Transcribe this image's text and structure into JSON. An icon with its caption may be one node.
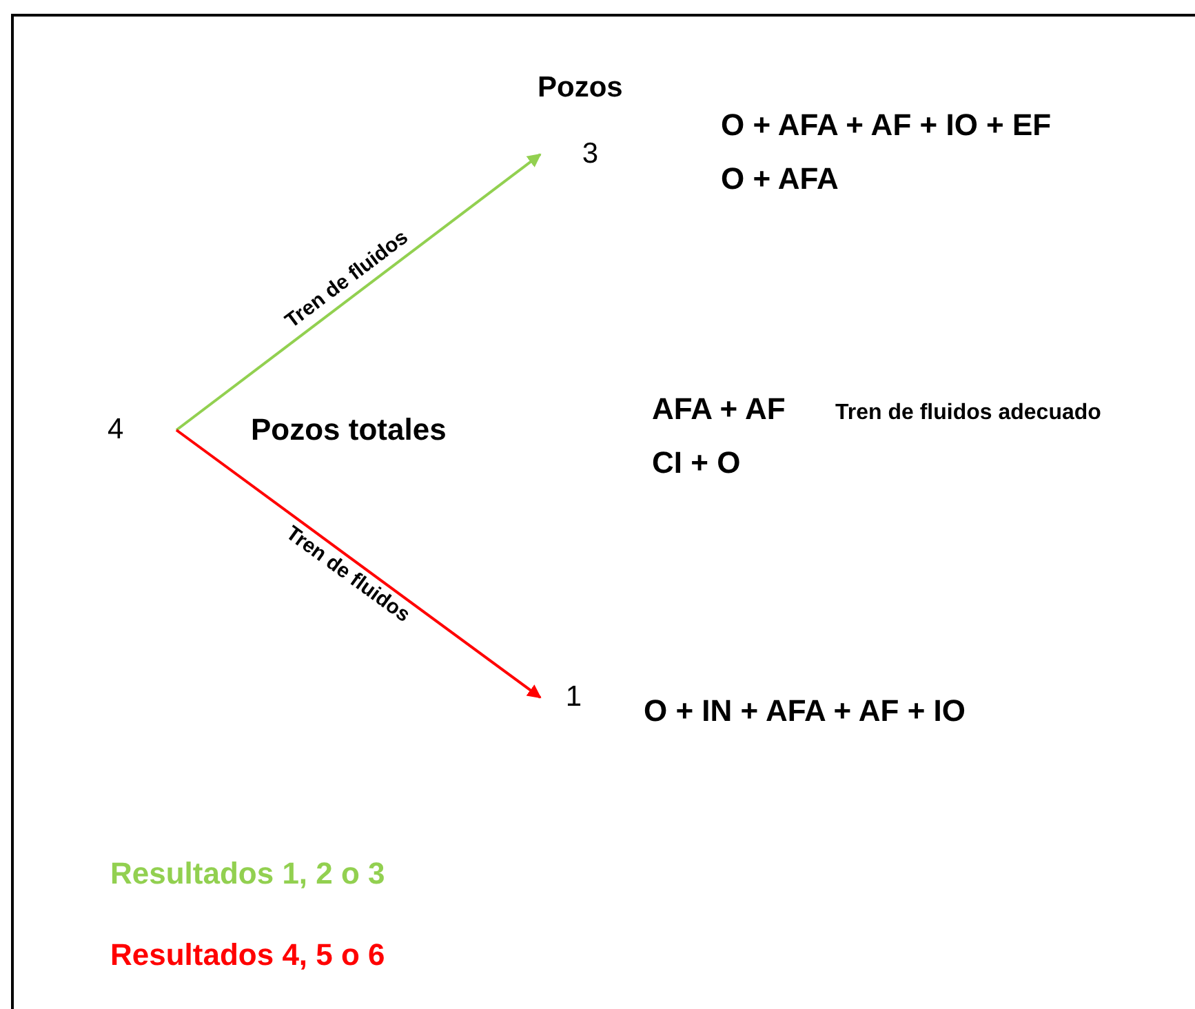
{
  "diagram": {
    "nodes": [
      {
        "text": [
          "4"
        ]
      },
      {
        "text": [
          "3"
        ]
      },
      {
        "text": [
          "1"
        ]
      }
    ],
    "edges": [
      {
        "from": 0,
        "to": 1,
        "arrow": "to",
        "label": "Tren de fluidos",
        "color": "#92d050"
      },
      {
        "from": 0,
        "to": 2,
        "arrow": "to",
        "label": "Tren de fluidos",
        "color": "#ff0000"
      }
    ],
    "labels": [
      "Pozos",
      "O + AFA + AF + IO + EF",
      "O + AFA",
      "Pozos totales",
      "AFA + AF",
      "CI + O",
      "Tren de fluidos adecuado",
      "O + IN + AFA + AF + IO",
      "Resultados 1, 2 o 3",
      "Resultados 4, 5 o 6"
    ]
  }
}
